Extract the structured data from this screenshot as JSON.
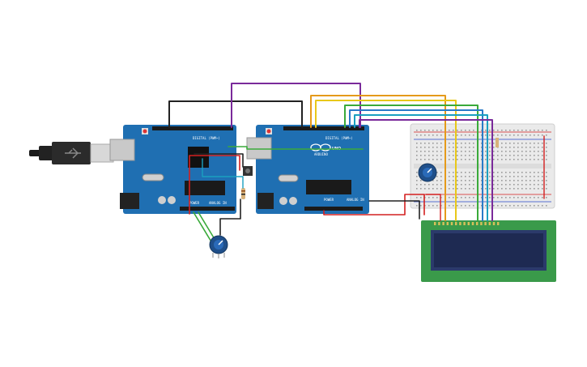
{
  "boards": {
    "left": {
      "digital_label": "DIGITAL (PWM~)",
      "power_label": "POWER",
      "analog_label": "ANALOG IN"
    },
    "right": {
      "digital_label": "DIGITAL (PWM~)",
      "logo_text": "UNO",
      "brand_text": "ARDUINO",
      "power_label": "POWER",
      "analog_label": "ANALOG IN"
    }
  },
  "components": {
    "usb_cable": "usb-connector-icon",
    "potentiometer_icon": "potentiometer-icon",
    "resistor_icon": "resistor-icon",
    "pushbutton_icon": "pushbutton-icon",
    "lcd_icon": "lcd-16x2-icon",
    "breadboard_icon": "breadboard-icon"
  },
  "colors": {
    "board": "#1f6fb2",
    "board_dark": "#175a94",
    "lcd_pcb": "#3a9a4a",
    "lcd_screen": "#1e2a52",
    "breadboard": "#eaeaea",
    "wire_black": "#222222",
    "wire_purple": "#7a2a9a",
    "wire_orange": "#e59a1a",
    "wire_yellow": "#e8c81a",
    "wire_green": "#3aaa3a",
    "wire_blue": "#2a7ac8",
    "wire_red": "#d42020",
    "wire_teal": "#1aa0c0"
  }
}
